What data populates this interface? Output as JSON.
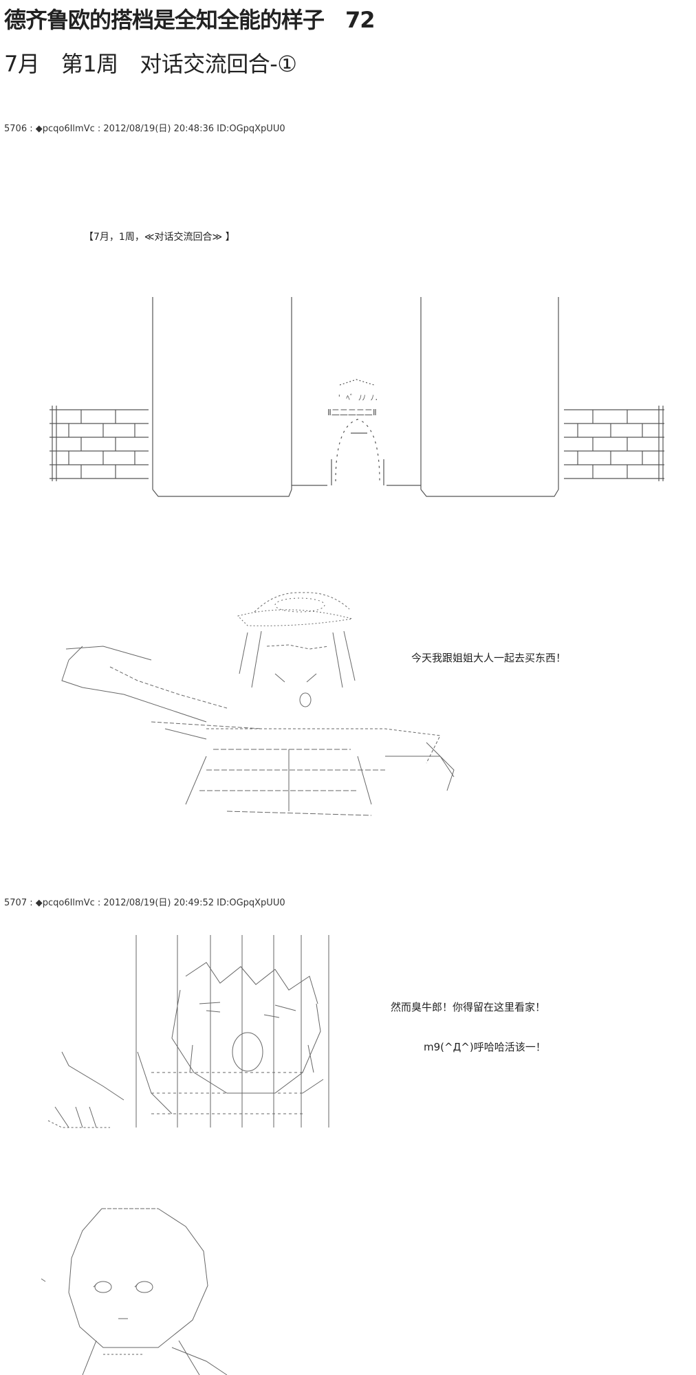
{
  "header": {
    "title": "德齐鲁欧的搭档是全知全能的样子　72",
    "subtitle": "7月　第1周　对话交流回合-①"
  },
  "posts": [
    {
      "header": "5706 : ◆pcqo6IlmVc : 2012/08/19(日) 20:48:36 ID:OGpqXpUU0",
      "caption": "【7月，1周，≪对话交流回合≫ 】",
      "dialog": [
        "今天我跟姐姐大人一起去买东西！"
      ]
    },
    {
      "header": "5707 : ◆pcqo6IlmVc : 2012/08/19(日) 20:49:52 ID:OGpqXpUU0",
      "dialog": [
        "然而臭牛郎！你得留在这里看家！",
        "m9(^Д^)呼哈哈活该一！"
      ]
    }
  ]
}
